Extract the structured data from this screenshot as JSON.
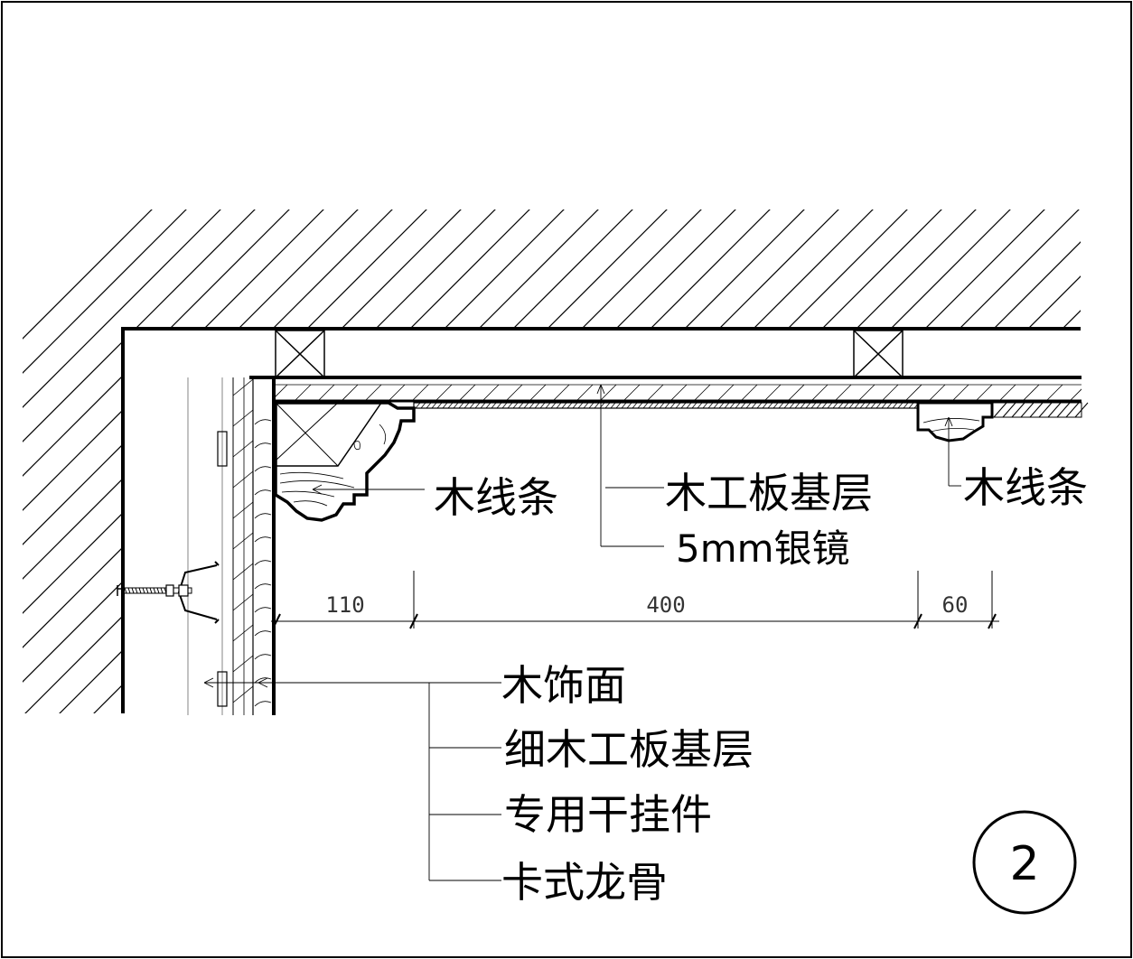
{
  "labels": {
    "moulding_left": "木线条",
    "plywood_base_top": "木工板基层",
    "mirror": "5mm银镜",
    "moulding_right": "木线条",
    "wood_finish": "木饰面",
    "blockboard_base": "细木工板基层",
    "hanger": "专用干挂件",
    "keel": "卡式龙骨"
  },
  "dimensions": {
    "left": "110",
    "middle": "400",
    "right": "60"
  },
  "detail_number": "2"
}
